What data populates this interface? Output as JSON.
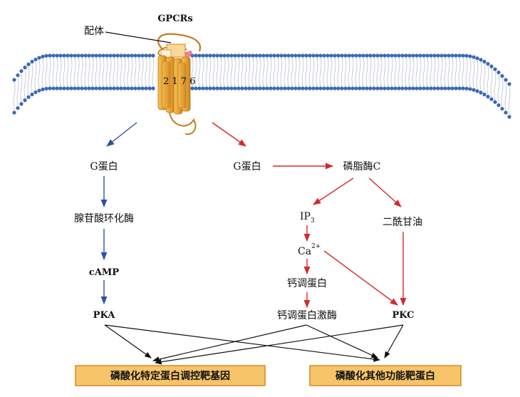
{
  "receptor": {
    "title": "GPCRs",
    "ligand": "配体",
    "helix_numbers": "2 1 7 6"
  },
  "left_pathway": {
    "g_protein": "G蛋白",
    "enzyme": "腺苷酸环化酶",
    "second_messenger": "cAMP",
    "kinase": "PKA"
  },
  "right_pathway": {
    "g_protein": "G蛋白",
    "enzyme": "磷脂酶C",
    "ip3_base": "IP",
    "ip3_sub": "3",
    "dag": "二酰甘油",
    "ca_base": "Ca",
    "ca_sup": "2+",
    "calmodulin": "钙调蛋白",
    "cam_kinase": "钙调蛋白激酶",
    "pkc": "PKC"
  },
  "targets": {
    "left_box": "磷酸化特定蛋白调控靶基因",
    "right_box": "磷酸化其他功能靶蛋白"
  },
  "colors": {
    "blue_arrow": "#2e4fa3",
    "red_arrow": "#d42a2a",
    "black_arrow": "#111111",
    "box_fill": "#f7c46a",
    "box_border": "#d98a1e",
    "membrane_head": "#3a68b8",
    "receptor": "#e3a23a"
  }
}
